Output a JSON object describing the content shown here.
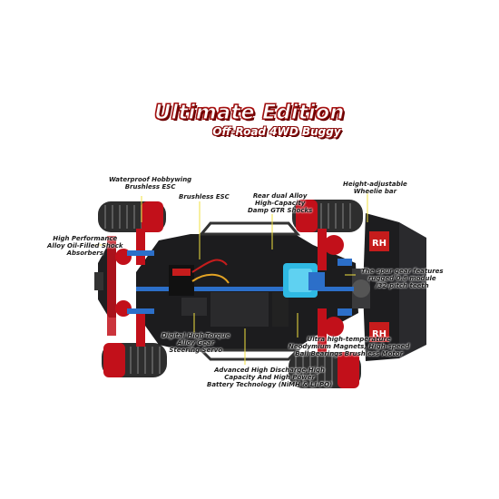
{
  "title": "Ultimate Edition",
  "subtitle": "Off-Road 4WD Buggy",
  "callouts": {
    "esc_hobbywing": "Waterproof Hobbywing\nBrushless ESC",
    "brushless_esc": "Brushless ESC",
    "rear_shocks": "Rear dual Alloy\nHigh-Capacity\nDamp GTR Shocks",
    "wheelie_bar": "Height-adjustable\nWheelie bar",
    "front_shocks": "High Performance\nAlloy Oil-Filled Shock\nAbsorbers",
    "spur_gear": "The spur gear features\nrugged 0.8 module\n/32-pitch teeth",
    "steering_servo": "Digital High-Torque\nAlloy Gear\nSteering Servo",
    "motor": "Ultra high-temperature\nNeodymium Magnets, High-speed\nBall Bearings Brushless Motor",
    "battery": "Advanced High Discharge,High\nCapacity And High Power\nBattery Technology (NiMH & LI-PO)"
  },
  "colors": {
    "accent_red": "#b31212",
    "leader_line": "#f0e040",
    "chassis": "#1c1c1e",
    "alloy_red": "#c2101a",
    "blue_anodized": "#2c6fc9",
    "motor_cyan": "#2fb9e3"
  }
}
